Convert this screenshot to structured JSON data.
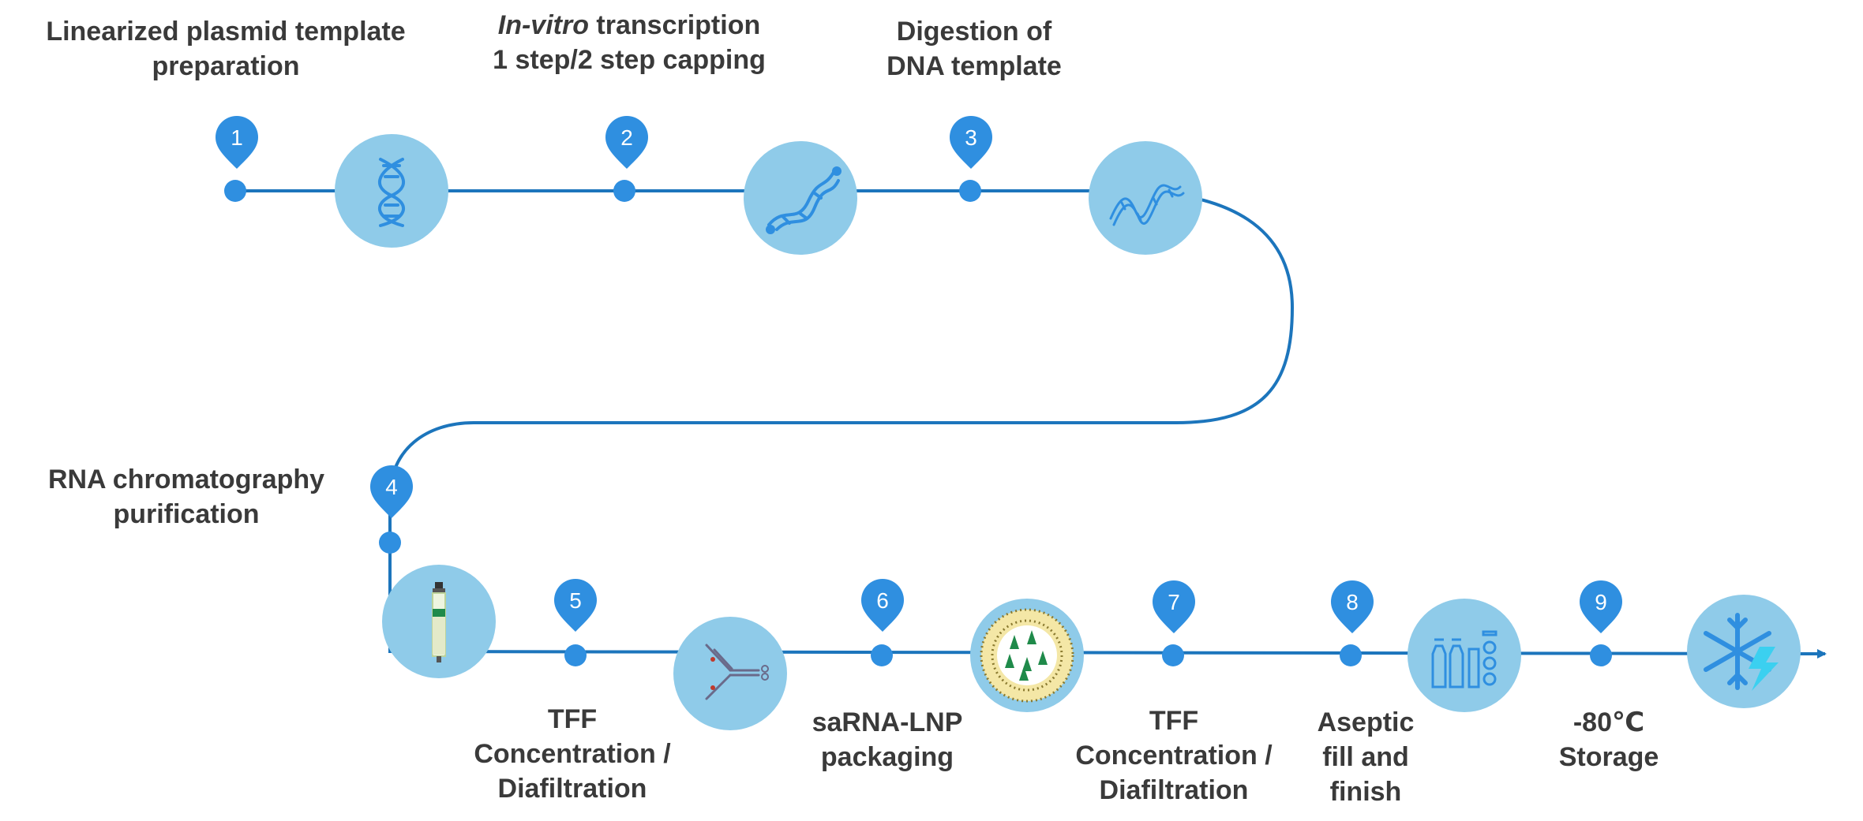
{
  "colors": {
    "line": "#1c75bc",
    "node": "#2f8fe0",
    "circle": "#8fcbe9",
    "icon": "#2f8fe0",
    "text": "#3a3a3a"
  },
  "steps": [
    {
      "number": "1",
      "icon": "dna-double-helix-icon",
      "label_lines": [
        "Linearized plasmid template",
        "preparation"
      ]
    },
    {
      "number": "2",
      "icon": "dna-helix-capping-icon",
      "label_italic": "In-vitro",
      "label_line1_rest": " transcription",
      "label_lines": [
        "1 step/2 step capping"
      ]
    },
    {
      "number": "3",
      "icon": "dna-strand-icon",
      "label_lines": [
        "Digestion of",
        "DNA template"
      ]
    },
    {
      "number": "4",
      "icon": "chromatography-column-icon",
      "label_lines": [
        "RNA chromatography",
        "purification"
      ]
    },
    {
      "number": "5",
      "icon": "tff-membrane-icon",
      "label_lines": [
        "TFF",
        "Concentration /",
        "Diafiltration"
      ]
    },
    {
      "number": "6",
      "icon": "lipid-nanoparticle-icon",
      "label_lines": [
        "saRNA-LNP",
        "packaging"
      ]
    },
    {
      "number": "7",
      "icon": "",
      "label_lines": [
        "TFF",
        "Concentration /",
        "Diafiltration"
      ]
    },
    {
      "number": "8",
      "icon": "vials-icon",
      "label_lines": [
        "Aseptic",
        "fill and",
        "finish"
      ]
    },
    {
      "number": "9",
      "icon": "snowflake-lightning-icon",
      "label_lines": [
        "-80℃",
        "Storage"
      ]
    }
  ]
}
